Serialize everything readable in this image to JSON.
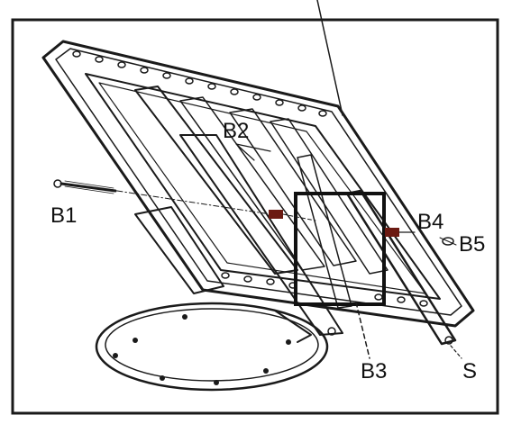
{
  "diagram": {
    "labels": {
      "b1": "B1",
      "b2": "B2",
      "b3": "B3",
      "b4": "B4",
      "b5": "B5",
      "s": "S"
    },
    "colors": {
      "line": "#1a1a1a",
      "fastener": "#6b1a12",
      "background": "#ffffff"
    }
  }
}
